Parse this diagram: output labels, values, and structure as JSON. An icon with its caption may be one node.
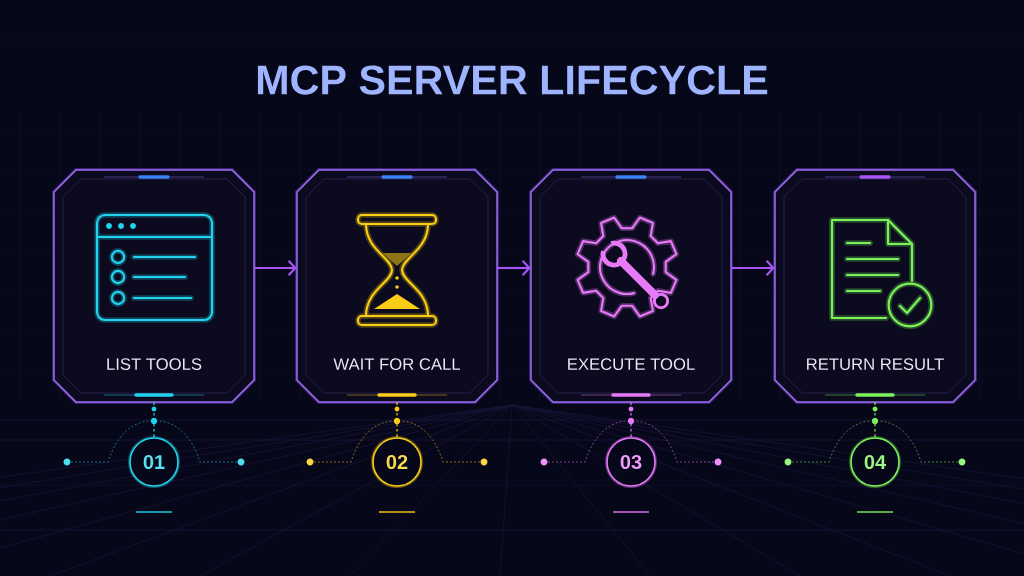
{
  "diagram": {
    "title": "MCP SERVER LIFECYCLE",
    "nodes": [
      {
        "text": [
          "LIST TOOLS"
        ]
      },
      {
        "text": [
          "WAIT FOR CALL"
        ]
      },
      {
        "text": [
          "EXECUTE TOOL"
        ]
      },
      {
        "text": [
          "RETURN RESULT"
        ]
      },
      {
        "text": [
          "01"
        ]
      },
      {
        "text": [
          "02"
        ]
      },
      {
        "text": [
          "03"
        ]
      },
      {
        "text": [
          "04"
        ]
      }
    ],
    "edges": [
      {
        "from": 0,
        "to": 1,
        "arrow": "to"
      },
      {
        "from": 1,
        "to": 2,
        "arrow": "to"
      },
      {
        "from": 2,
        "to": 3,
        "arrow": "to"
      },
      {
        "from": 0,
        "to": 4,
        "arrow": "none",
        "style": "dashed",
        "color": "#22d3ee"
      },
      {
        "from": 1,
        "to": 5,
        "arrow": "none",
        "style": "dashed",
        "color": "#facc15"
      },
      {
        "from": 2,
        "to": 6,
        "arrow": "none",
        "style": "dashed",
        "color": "#e879f9"
      },
      {
        "from": 3,
        "to": 7,
        "arrow": "none",
        "style": "dashed",
        "color": "#7cf25a"
      }
    ]
  }
}
